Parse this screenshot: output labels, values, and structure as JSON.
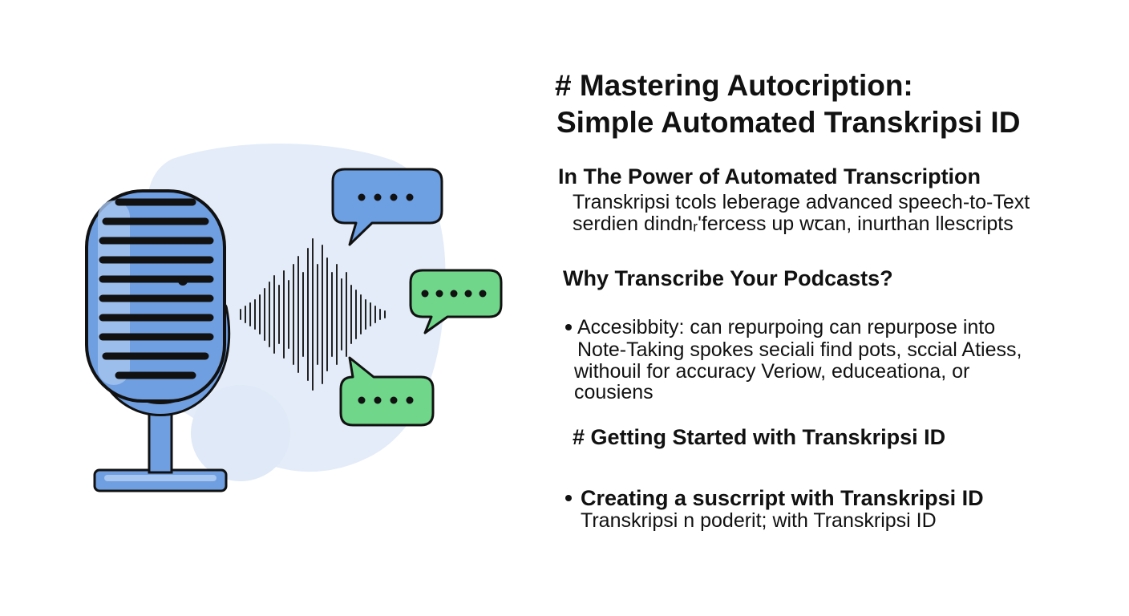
{
  "colors": {
    "blob": "#e3ecf8",
    "mic_body": "#6f9fe0",
    "mic_dark": "#3e6fc0",
    "outline": "#111111",
    "bubble_blue": "#6d9fe3",
    "bubble_green": "#6fd68a"
  },
  "illustration": {
    "icons": [
      "microphone-icon",
      "sound-wave-icon",
      "chat-bubble-icon",
      "chat-bubble-icon",
      "chat-bubble-icon"
    ]
  },
  "title": {
    "line1": "# Mastering Autocription:",
    "line2": "Simple Automated Transkripsi ID"
  },
  "section1": {
    "heading": "In The Power of Automated Transcription",
    "line1": "Transkripsi tcols leberage advanced speech-to-Text",
    "line2": "serdien dindnᵣ'fercess up wꞇan, inurthan llescripts"
  },
  "section2": {
    "heading": "Why Transcribe Your Podcasts?",
    "line1": "Accesibbity: can repurpoing can repurpose into",
    "line2": "Note-Taking spokes seciali find pots, sccial Atiess,",
    "line3": "withouil for accuracy Veriow,  educeationa, or",
    "line4": "cousiens"
  },
  "section3": {
    "heading": "# Getting Started with Transkripsi ID",
    "bullet": "Creating a suscrript with Transkripsi ID",
    "line1": "Transkripsi n poderit; with Transkripsi ID"
  }
}
